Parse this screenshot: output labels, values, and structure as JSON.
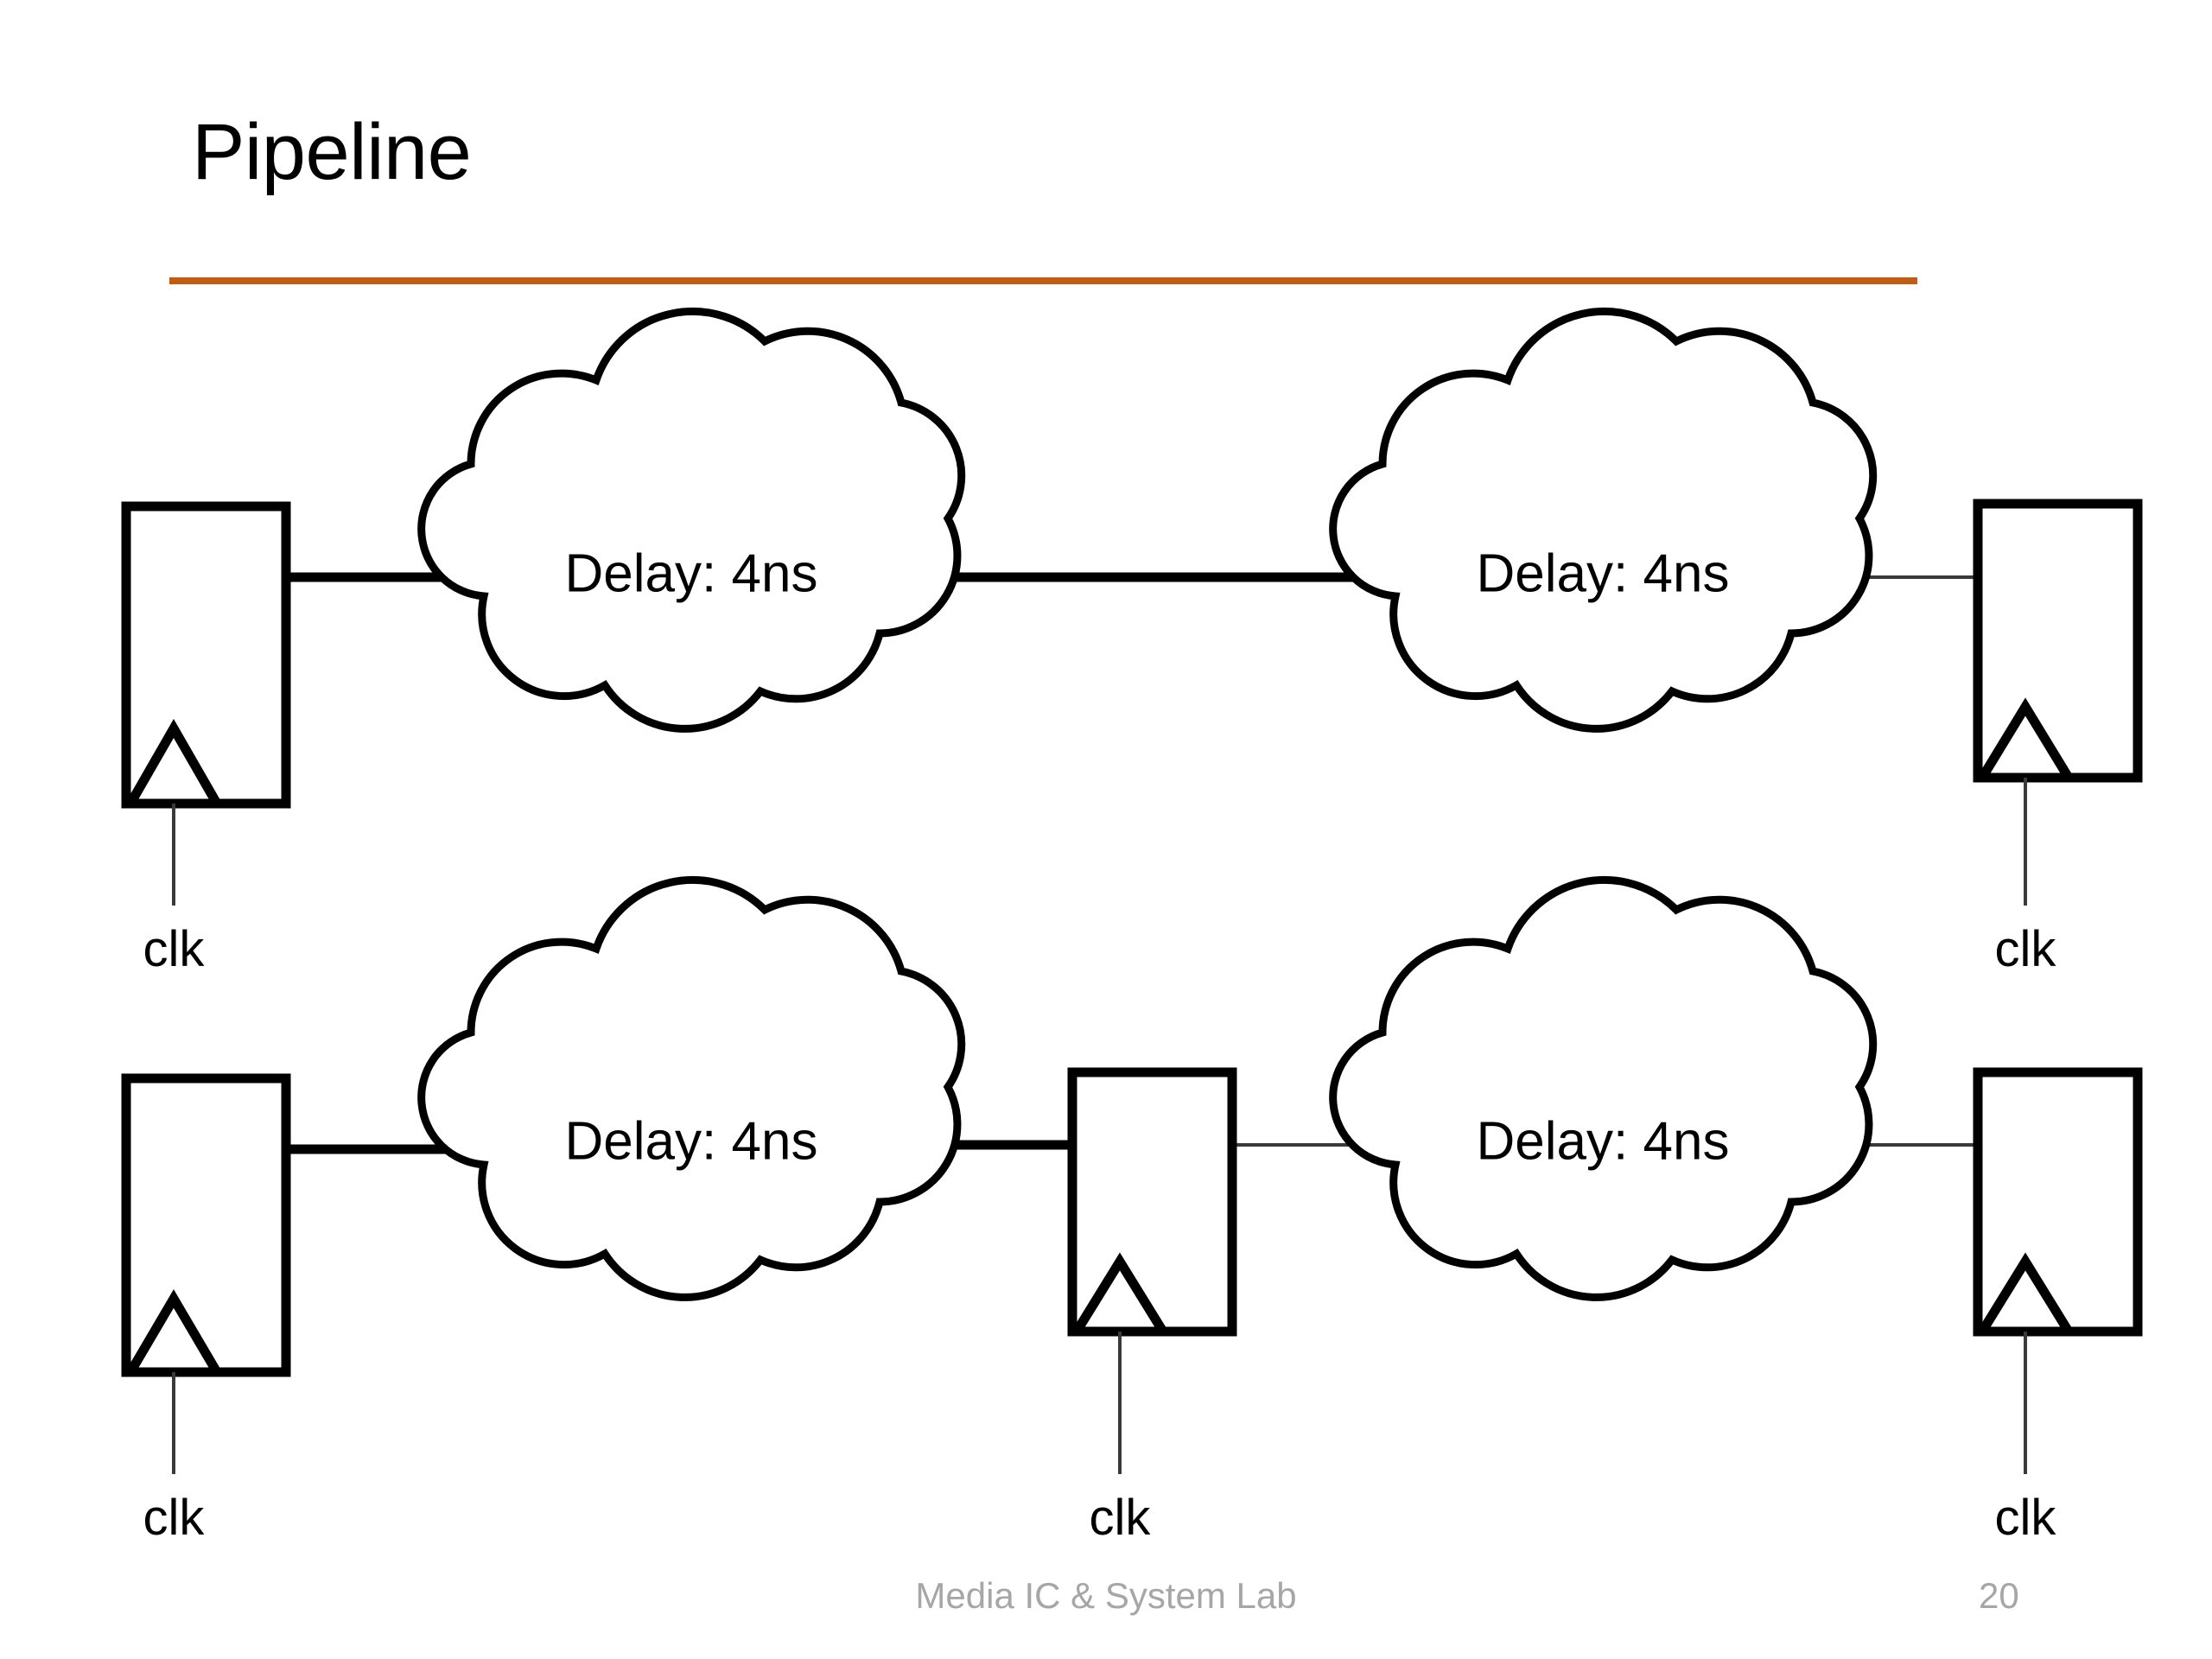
{
  "slide": {
    "title": "Pipeline",
    "accent_color": "#C55A11",
    "background_color": "#FFFFFF",
    "line_color": "#000000",
    "footer_text": "Media IC & System Lab",
    "footer_color": "#A6A6A6",
    "page_number": "20"
  },
  "diagram": {
    "type": "digital-logic-pipeline",
    "rows": [
      {
        "id": "row-unpipelined",
        "label": "top-row",
        "elements": [
          {
            "kind": "flip-flop",
            "id": "ff-top-left",
            "clk_label": "clk"
          },
          {
            "kind": "cloud",
            "id": "cloud-top-1",
            "label": "Delay: 4ns"
          },
          {
            "kind": "cloud",
            "id": "cloud-top-2",
            "label": "Delay: 4ns"
          },
          {
            "kind": "flip-flop",
            "id": "ff-top-right",
            "clk_label": "clk"
          }
        ]
      },
      {
        "id": "row-pipelined",
        "label": "bottom-row",
        "elements": [
          {
            "kind": "flip-flop",
            "id": "ff-bot-left",
            "clk_label": "clk"
          },
          {
            "kind": "cloud",
            "id": "cloud-bot-1",
            "label": "Delay: 4ns"
          },
          {
            "kind": "flip-flop",
            "id": "ff-bot-middle",
            "clk_label": "clk"
          },
          {
            "kind": "cloud",
            "id": "cloud-bot-2",
            "label": "Delay: 4ns"
          },
          {
            "kind": "flip-flop",
            "id": "ff-bot-right",
            "clk_label": "clk"
          }
        ]
      }
    ],
    "labels": {
      "delay": "Delay: 4ns",
      "clk": "clk"
    }
  }
}
